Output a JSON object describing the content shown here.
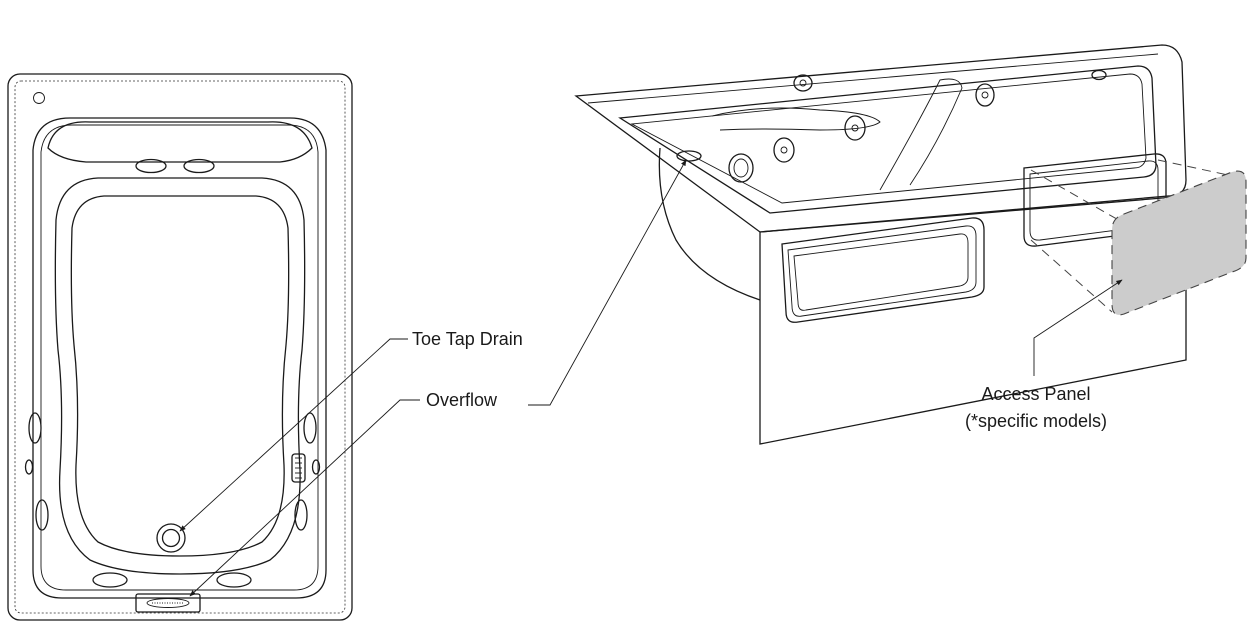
{
  "labels": {
    "toe_tap_drain": "Toe Tap Drain",
    "overflow": "Overflow",
    "access_panel": "Access Panel",
    "access_panel_note": "(*specific models)"
  },
  "colors": {
    "line": "#1a1a1a",
    "panel_fill": "#cccccc",
    "background": "#ffffff"
  }
}
